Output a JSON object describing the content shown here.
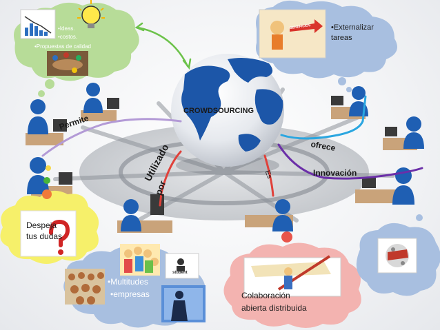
{
  "center": {
    "title": "CROWDSOURCING"
  },
  "clouds": {
    "ideas": {
      "lines": [
        "•Ideas.",
        "•costos.",
        "•Propuestas de calidad"
      ],
      "icon": "bulb-idea-icon"
    },
    "externalizar": {
      "lines": [
        "•Externalizar",
        "tareas"
      ],
      "badge": "BENEFICIOS"
    },
    "despeja": {
      "lines": [
        "Despeja",
        "tus dudas"
      ],
      "icon": "question-mark-icon"
    },
    "multitudes": {
      "lines": [
        "•Multitudes",
        "•empresas"
      ],
      "badge": "student"
    },
    "colaboracion": {
      "lines": [
        "Colaboración",
        "abierta distribuida"
      ]
    },
    "innovation": {
      "icon": "innovation-sphere-icon"
    }
  },
  "connectors": {
    "permite": "Permite",
    "ofrece": "ofrece",
    "innovacion": "Innovación",
    "utilizado_por": [
      "Utilizado",
      "por"
    ],
    "es": "Es"
  },
  "colors": {
    "green_cloud": "#b7dc98",
    "blue_cloud": "#a8bfe0",
    "yellow_cloud": "#f6f06a",
    "pink_cloud": "#f3b3b0",
    "person": "#1f5fb3",
    "globe_ocean": "#e9ecef",
    "globe_land": "#1c56a8",
    "line_lilac": "#b39ad6",
    "line_cyan": "#2aa6e0",
    "line_purple": "#6b2fa8",
    "line_red": "#e0413a",
    "line_green": "#6cc24a"
  }
}
